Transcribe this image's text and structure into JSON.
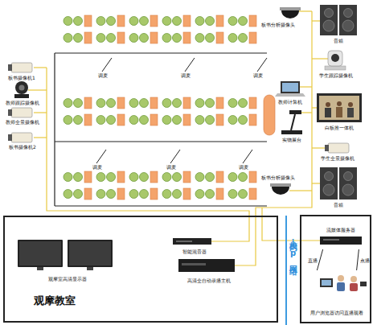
{
  "diagram": {
    "nodes": [
      {
        "text": [
          "观摩教室"
        ]
      },
      {
        "text": [
          "观摩室高清显示器"
        ],
        "in": 0
      },
      {
        "text": [
          "智能混音器"
        ],
        "in": 0
      },
      {
        "text": [
          "高清全自动录播主机"
        ],
        "in": 0
      },
      {
        "text": [
          "流媒体服务器"
        ]
      },
      {
        "text": [
          "用户浏览器访问直播观看"
        ]
      }
    ],
    "edges": [
      {
        "from": 4,
        "to": 5,
        "label": "直播",
        "arrow": "none"
      },
      {
        "from": 4,
        "to": 5,
        "label": "点播",
        "arrow": "none"
      }
    ],
    "labels": [
      "板书摄像机1",
      "教师跟踪摄像机",
      "教师全景摄像机",
      "板书摄像机2",
      "调麦",
      "调麦",
      "调麦",
      "调麦",
      "调麦",
      "调麦",
      "板书分析摄像头",
      "音箱",
      "学生跟踪摄像机",
      "教师计算机",
      "白板推一体机",
      "实物展台",
      "学生全景摄像机",
      "板书分析摄像头",
      "音箱",
      "校内ip网络"
    ]
  }
}
